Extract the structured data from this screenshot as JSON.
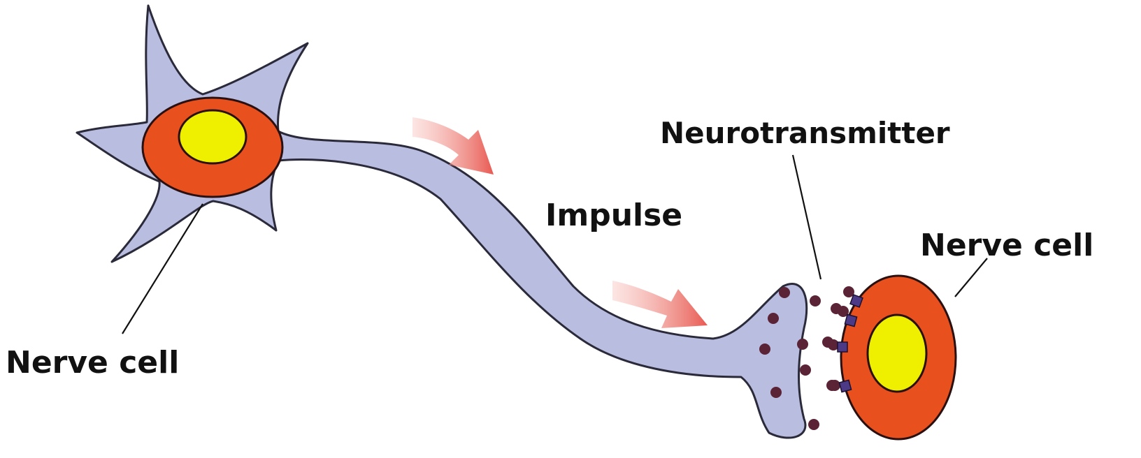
{
  "labels": {
    "nerve_cell_left": "Nerve cell",
    "impulse": "Impulse",
    "neurotransmitter": "Neurotransmitter",
    "nerve_cell_right": "Nerve cell"
  },
  "colors": {
    "membrane": "#b9bde0",
    "membrane_outline": "#2a2a3a",
    "cell_body": "#e8501e",
    "nucleus": "#eef000",
    "arrow": "#ec6a63",
    "vesicle": "#5b2336",
    "receptor": "#4d3a86"
  }
}
